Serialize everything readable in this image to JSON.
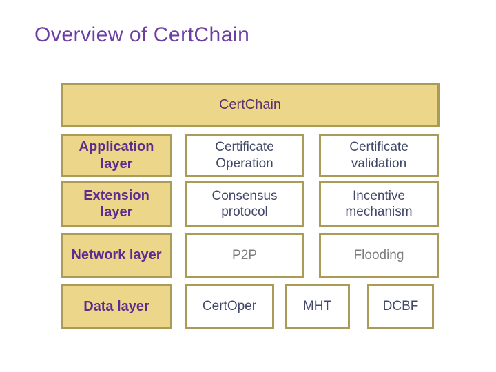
{
  "slide": {
    "title": "Overview of CertChain"
  },
  "diagram": {
    "header": "CertChain",
    "layers": [
      "Application layer",
      "Extension layer",
      "Network layer",
      "Data layer"
    ],
    "cells": {
      "r1c1": "Certificate Operation",
      "r1c2": "Certificate validation",
      "r2c1": "Consensus protocol",
      "r2c2": "Incentive mechanism",
      "r3c1": "P2P",
      "r3c2": "Flooding",
      "r4c1": "CertOper",
      "r4c2": "MHT",
      "r4c3": "DCBF"
    }
  },
  "colors": {
    "title_purple": "#6B3FA2",
    "layer_label_purple": "#5E2C8F",
    "header_text_purple": "#59346E",
    "cell_text_navy": "#414869",
    "cell_text_gray": "#7D7D7D",
    "box_fill_khaki": "#ECD68A",
    "box_border_olive": "#AA9C58",
    "background": "#FFFFFF"
  }
}
